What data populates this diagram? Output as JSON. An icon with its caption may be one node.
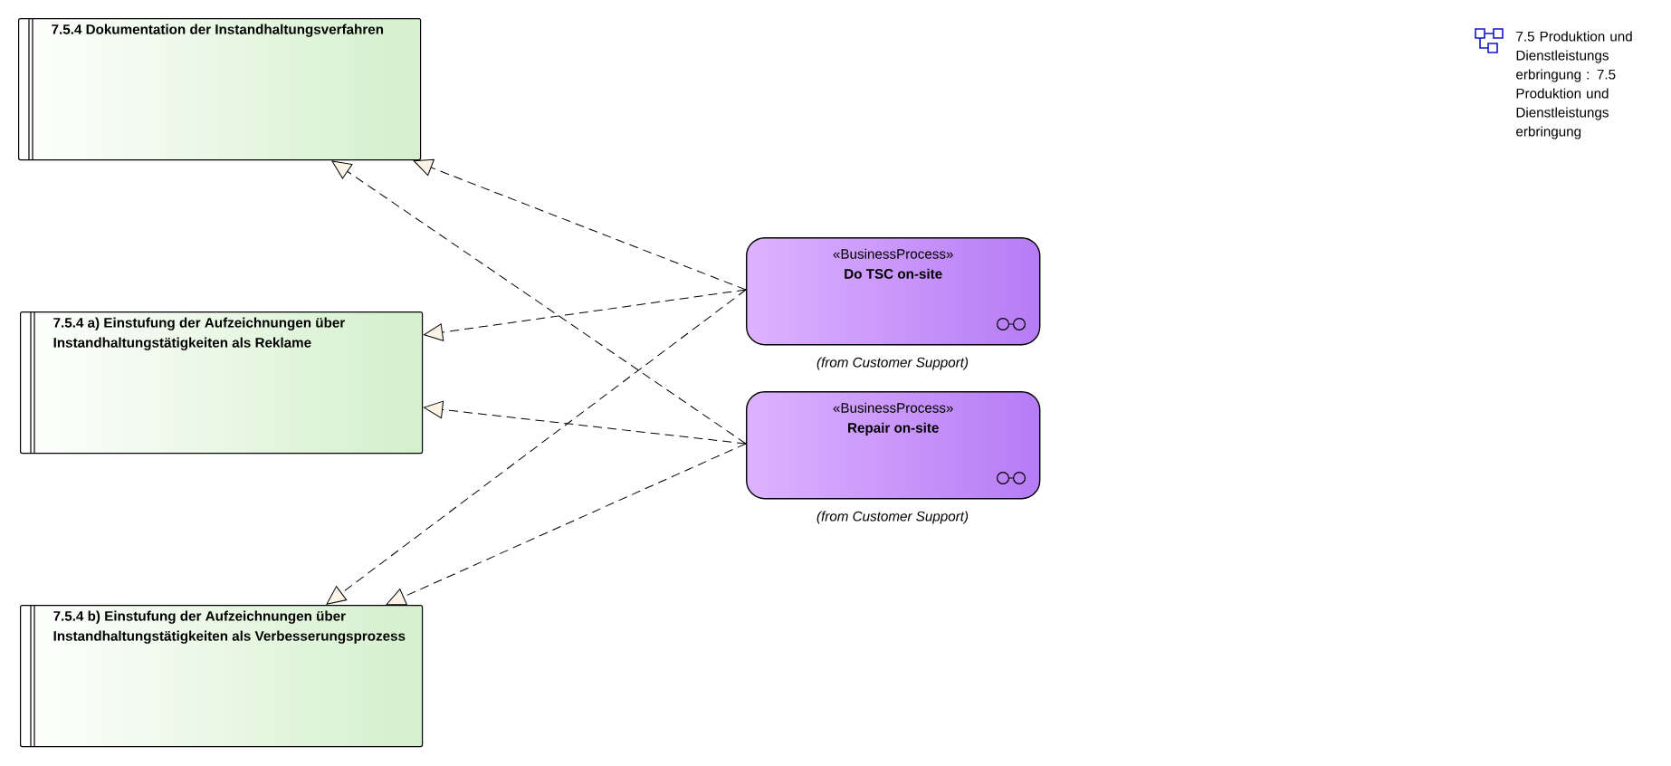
{
  "diagram": {
    "nodes": [
      {
        "text": [
          "7.5.4 Dokumentation der Instandhaltungsverfahren"
        ]
      },
      {
        "text": [
          "7.5.4 a) Einstufung der Aufzeichnungen über Instandhaltungstätigkeiten als Reklame"
        ]
      },
      {
        "text": [
          "7.5.4 b) Einstufung der Aufzeichnungen über Instandhaltungstätigkeiten als Verbesserungsprozess"
        ]
      },
      {
        "text": [
          "«BusinessProcess»",
          "Do TSC on-site"
        ],
        "beside": [
          "(from Customer Support)"
        ]
      },
      {
        "text": [
          "«BusinessProcess»",
          "Repair on-site"
        ],
        "beside": [
          "(from Customer Support)"
        ]
      }
    ],
    "edges": [
      {
        "from": 3,
        "to": 0,
        "arrow": "to"
      },
      {
        "from": 3,
        "to": 1,
        "arrow": "to"
      },
      {
        "from": 3,
        "to": 2,
        "arrow": "to"
      },
      {
        "from": 4,
        "to": 0,
        "arrow": "to"
      },
      {
        "from": 4,
        "to": 1,
        "arrow": "to"
      },
      {
        "from": 4,
        "to": 2,
        "arrow": "to"
      }
    ],
    "labels": [
      "7.5 Produktion und Dienstleistungs erbringung : 7.5 Produktion und Dienstleistungs erbringung"
    ]
  }
}
